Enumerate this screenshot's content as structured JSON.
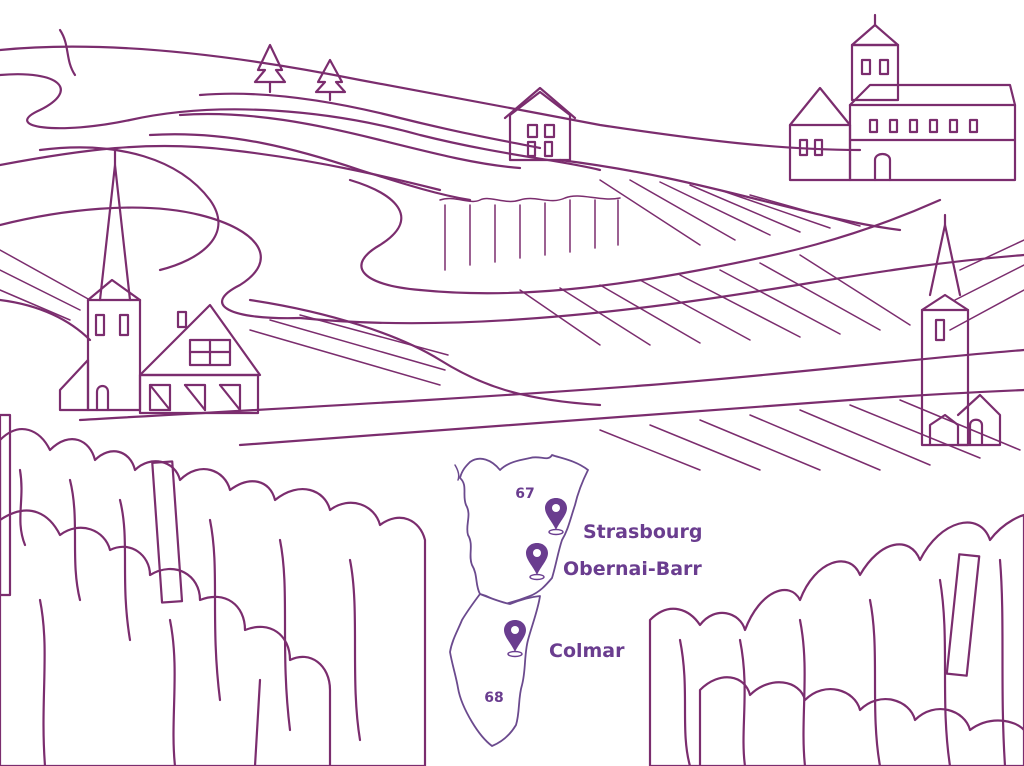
{
  "colors": {
    "ink": "#7b2d6e",
    "accent": "#6a3d8f",
    "region_stroke": "#6b4a8e",
    "background": "#ffffff"
  },
  "map": {
    "departments": [
      {
        "code": "67"
      },
      {
        "code": "68"
      }
    ],
    "cities": [
      {
        "name": "Strasbourg",
        "icon": "map-pin-icon"
      },
      {
        "name": "Obernai-Barr",
        "icon": "map-pin-icon"
      },
      {
        "name": "Colmar",
        "icon": "map-pin-icon"
      }
    ]
  }
}
